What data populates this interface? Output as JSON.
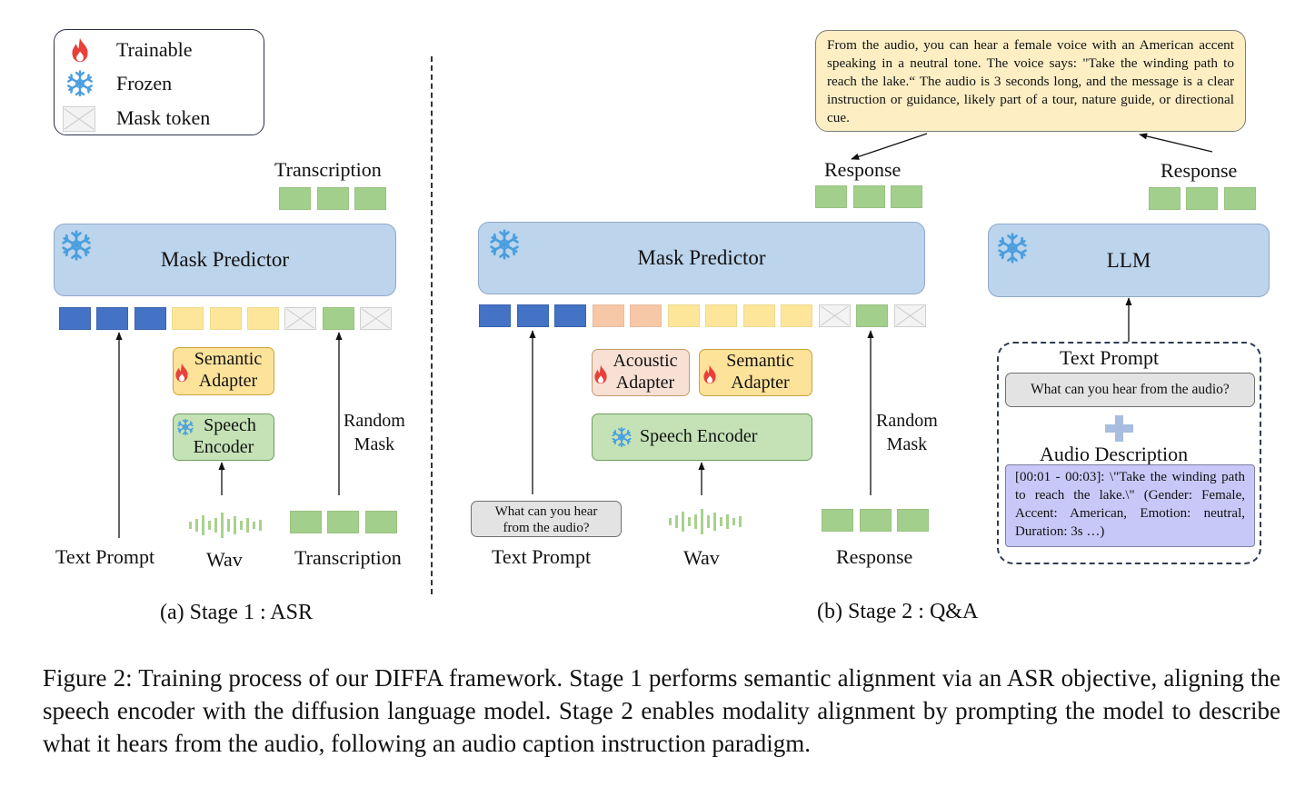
{
  "figure": {
    "caption": "Figure 2: Training process of our DIFFA framework. Stage 1 performs semantic alignment via an ASR objective, aligning the speech encoder with the diffusion language model. Stage 2 enables modality alignment by prompting the model to describe what it hears from the audio, following an audio caption instruction paradigm.",
    "colors": {
      "frozen_block": "#bcd4ec",
      "text_token": "#4472c4",
      "semantic_token": "#fde599",
      "acoustic_token": "#f6c8a8",
      "response_token": "#a3cf8c",
      "mask_token": "#f3f3f3",
      "flame": "#e8413a",
      "snowflake": "#4a9ede"
    }
  },
  "legend": {
    "items": [
      {
        "icon": "flame-icon",
        "label": "Trainable"
      },
      {
        "icon": "snowflake-icon",
        "label": "Frozen"
      },
      {
        "icon": "mask-token-icon",
        "label": "Mask token"
      }
    ]
  },
  "stage1": {
    "title": "(a) Stage 1 : ASR",
    "output_label": "Transcription",
    "predictor": {
      "name": "Mask Predictor",
      "state": "frozen"
    },
    "token_sequence": [
      "text",
      "text",
      "text",
      "semantic",
      "semantic",
      "semantic",
      "mask",
      "response",
      "mask"
    ],
    "semantic_adapter": {
      "line1": "Semantic",
      "line2": "Adapter",
      "state": "trainable"
    },
    "speech_encoder": {
      "line1": "Speech",
      "line2": "Encoder",
      "state": "frozen"
    },
    "random_mask": {
      "line1": "Random",
      "line2": "Mask"
    },
    "inputs": {
      "text_prompt": "Text Prompt",
      "wav": "Wav",
      "transcription": "Transcription"
    }
  },
  "stage2": {
    "title": "(b) Stage 2 : Q&A",
    "response_text": "From the audio, you can hear a female voice with an American accent speaking in a neutral tone. The voice says: \"Take the winding path to reach the lake.“ The audio is 3 seconds long, and the message is a clear instruction or guidance, likely part of a tour, nature guide, or directional cue.",
    "output_label": "Response",
    "predictor": {
      "name": "Mask Predictor",
      "state": "frozen"
    },
    "token_sequence": [
      "text",
      "text",
      "text",
      "acoustic",
      "acoustic",
      "semantic",
      "semantic",
      "semantic",
      "semantic",
      "mask",
      "response",
      "mask"
    ],
    "acoustic_adapter": {
      "line1": "Acoustic",
      "line2": "Adapter",
      "state": "trainable"
    },
    "semantic_adapter": {
      "line1": "Semantic",
      "line2": "Adapter",
      "state": "trainable"
    },
    "speech_encoder": {
      "name": "Speech Encoder",
      "state": "frozen"
    },
    "random_mask": {
      "line1": "Random",
      "line2": "Mask"
    },
    "prompt_box": {
      "line1": "What can you hear",
      "line2": "from the audio?"
    },
    "inputs": {
      "text_prompt": "Text Prompt",
      "wav": "Wav",
      "response": "Response"
    },
    "llm": {
      "name": "LLM",
      "state": "frozen",
      "output_label": "Response",
      "text_prompt_label": "Text Prompt",
      "text_prompt_value": "What can you hear from the audio?",
      "audio_description_label": "Audio Description",
      "audio_description_value": "[00:01 - 00:03]: \\\"Take the winding path to reach the lake.\\\" (Gender: Female, Accent: American, Emotion: neutral, Duration: 3s …)"
    }
  }
}
